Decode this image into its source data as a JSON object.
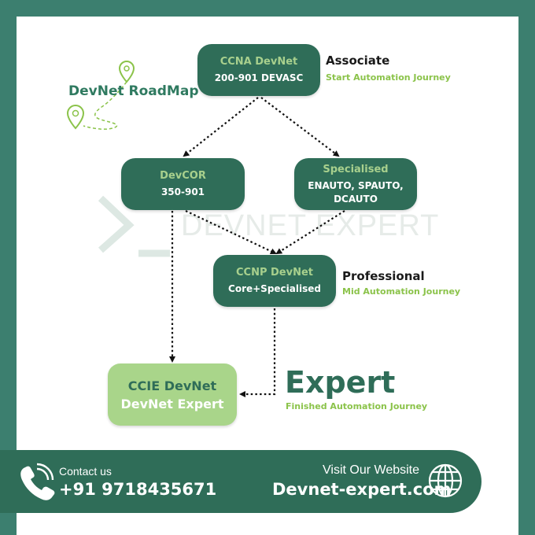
{
  "nodes": {
    "ccna": {
      "title": "CCNA DevNet",
      "sub": "200-901 DEVASC"
    },
    "devcor": {
      "title": "DevCOR",
      "sub": "350-901"
    },
    "specialised": {
      "title": "Specialised",
      "sub": "ENAUTO, SPAUTO, DCAUTO"
    },
    "ccnp": {
      "title": "CCNP DevNet",
      "sub": "Core+Specialised"
    },
    "ccie": {
      "title": "CCIE DevNet",
      "sub": "DevNet Expert"
    }
  },
  "levels": {
    "associate": {
      "name": "Associate",
      "journey": "Start Automation Journey"
    },
    "professional": {
      "name": "Professional",
      "journey": "Mid Automation Journey"
    },
    "expert": {
      "name": "Expert",
      "journey": "Finished  Automation Journey"
    }
  },
  "roadmap_label": "DevNet RoadMap",
  "watermark": "DEVNET EXPERT",
  "footer": {
    "contact_label": "Contact us",
    "phone": "+91 9718435671",
    "visit_label": "Visit Our Website",
    "website": "Devnet-expert.com"
  },
  "icons": {
    "phone": "phone-icon",
    "globe": "globe-icon",
    "pin": "map-pin-icon",
    "terminal": "terminal-prompt-icon"
  },
  "colors": {
    "background": "#3c7f6f",
    "node": "#2f6d58",
    "node_title": "#a8d08d",
    "expert_node": "#a9d58a",
    "journey_text": "#8bc34a"
  }
}
